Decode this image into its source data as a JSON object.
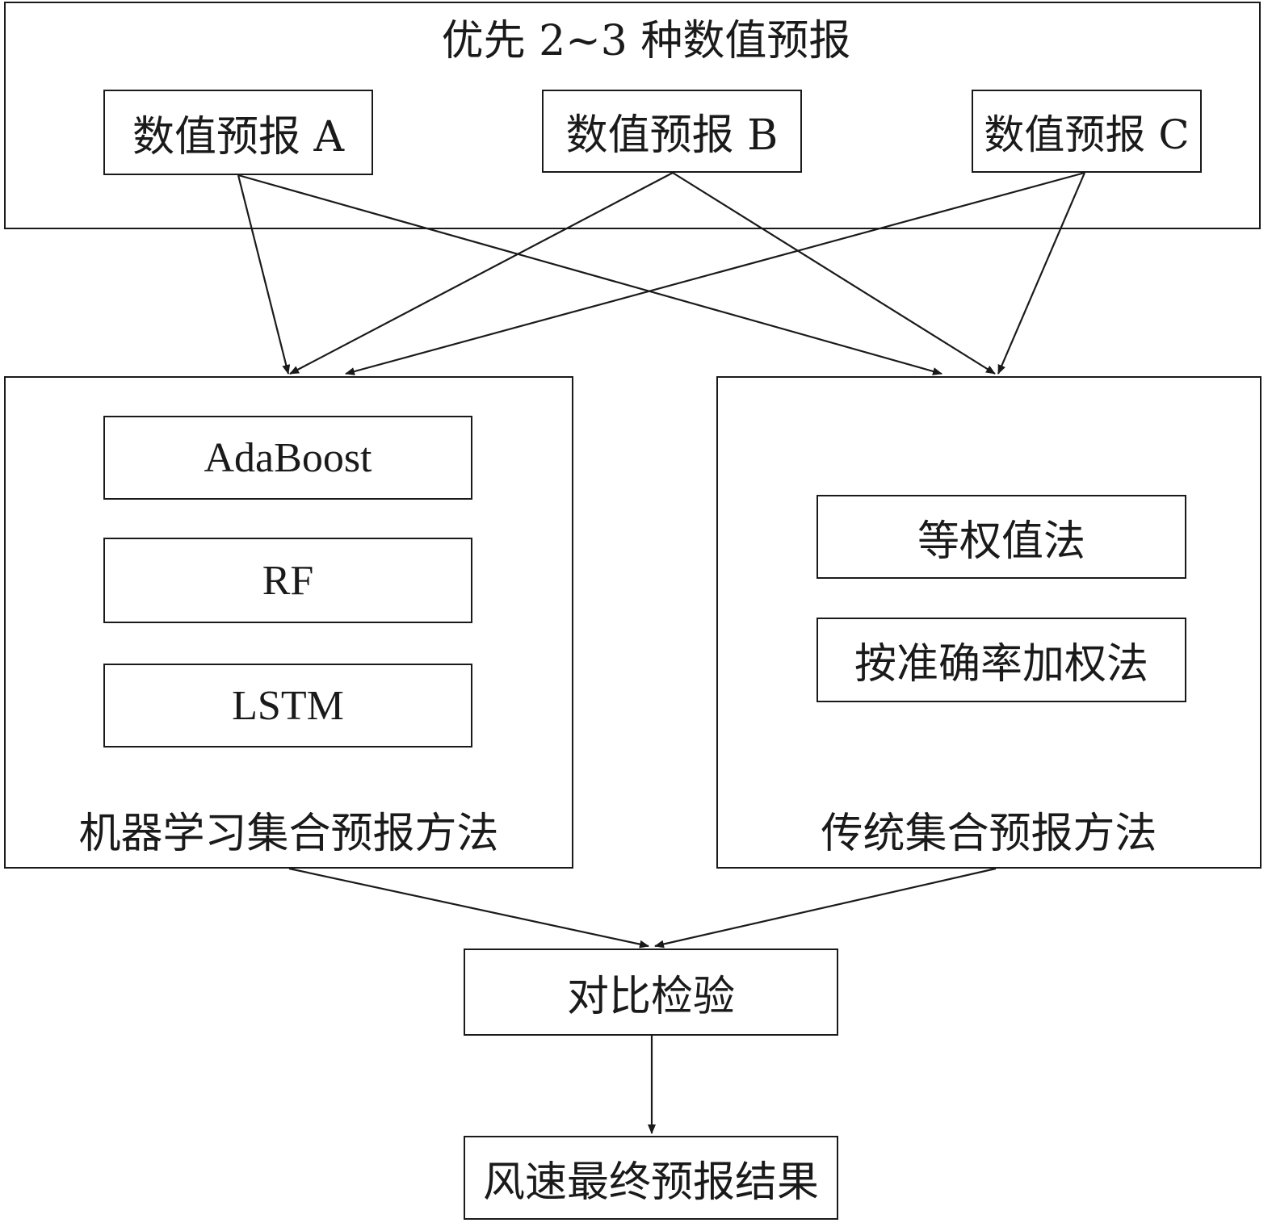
{
  "top_group": {
    "title": "优先 2~3 种数值预报",
    "models": [
      {
        "label": "数值预报 A"
      },
      {
        "label": "数值预报 B"
      },
      {
        "label": "数值预报 C"
      }
    ]
  },
  "ml_group": {
    "title": "机器学习集合预报方法",
    "methods": [
      {
        "label": "AdaBoost"
      },
      {
        "label": "RF"
      },
      {
        "label": "LSTM"
      }
    ]
  },
  "traditional_group": {
    "title": "传统集合预报方法",
    "methods": [
      {
        "label": "等权值法"
      },
      {
        "label": "按准确率加权法"
      }
    ]
  },
  "compare": {
    "label": "对比检验"
  },
  "result": {
    "label": "风速最终预报结果"
  },
  "colors": {
    "line": "#1a1a1a",
    "background": "#ffffff"
  }
}
